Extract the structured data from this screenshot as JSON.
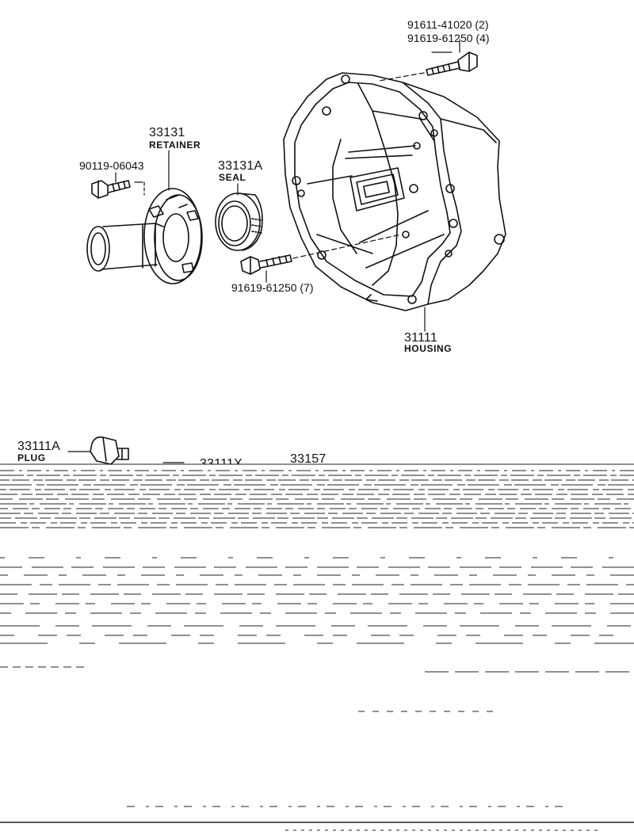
{
  "parts": {
    "bolt_top_1": "91611-41020 (2)",
    "bolt_top_2": "91619-61250 (4)",
    "retainer_no": "33131",
    "retainer_name": "RETAINER",
    "retainer_bolt_no": "90119-06043",
    "seal_no": "33131A",
    "seal_name": "SEAL",
    "bolt_mid": "91619-61250 (7)",
    "housing_no": "31111",
    "housing_name": "HOUSING",
    "plug_no": "33111A",
    "plug_name": "PLUG",
    "lower_no_1": "33111X",
    "lower_no_2": "33157"
  },
  "colors": {
    "ink": "#111111",
    "paper": "#ffffff"
  }
}
